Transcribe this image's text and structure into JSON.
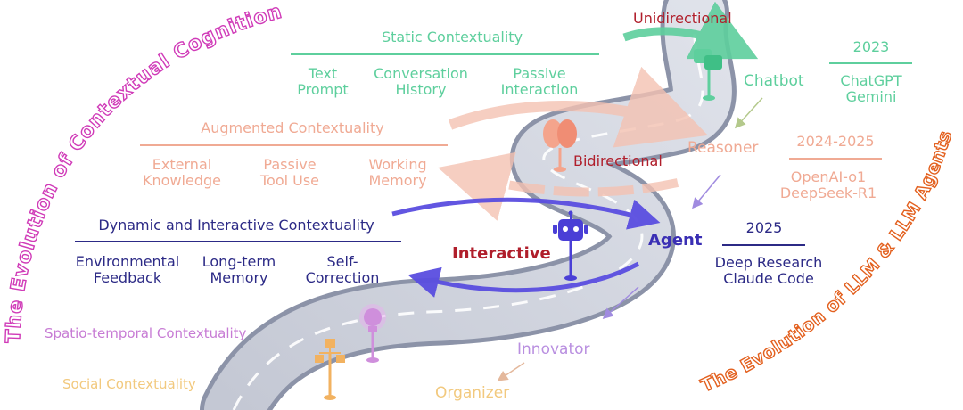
{
  "colors": {
    "static": "#5ecf9d",
    "augmented": "#f0aa94",
    "dynamic": "#2c2a86",
    "spatio": "#c77bd4",
    "social": "#f2c97e",
    "bidirectional": "#b01e2b",
    "interactive_arrow": "#5a4ee0",
    "title_left": "#d03bb8",
    "title_right": "#e3601e"
  },
  "titles": {
    "left": "The Evolution of Contextual Cognition",
    "right": "The Evolution of LLM & LLM Agents"
  },
  "static": {
    "title": "Static Contextuality",
    "items": [
      "Text",
      "Prompt",
      "Conversation",
      "History",
      "Passive",
      "Interaction"
    ]
  },
  "augmented": {
    "title": "Augmented Contextuality",
    "items": [
      "External",
      "Knowledge",
      "Passive",
      "Tool Use",
      "Working",
      "Memory"
    ]
  },
  "dynamic": {
    "title": "Dynamic and Interactive Contextuality",
    "items": [
      "Environmental",
      "Feedback",
      "Long-term",
      "Memory",
      "Self-",
      "Correction"
    ]
  },
  "spatio": {
    "title": "Spatio-temporal Contextuality"
  },
  "social": {
    "title": "Social Contextuality"
  },
  "modes": {
    "unidirectional": "Unidirectional",
    "bidirectional": "Bidirectional",
    "interactive": "Interactive"
  },
  "stages": {
    "chatbot": "Chatbot",
    "reasoner": "Reasoner",
    "agent": "Agent",
    "innovator": "Innovator",
    "organizer": "Organizer"
  },
  "milestones": {
    "m2023": {
      "year": "2023",
      "items": [
        "ChatGPT",
        "Gemini"
      ]
    },
    "m2024": {
      "year": "2024-2025",
      "items": [
        "OpenAI-o1",
        "DeepSeek-R1"
      ]
    },
    "m2025": {
      "year": "2025",
      "items": [
        "Deep Research",
        "Claude Code"
      ]
    }
  },
  "icons": [
    "chatbot-icon",
    "brain-icon",
    "robot-icon",
    "lightbulb-icon",
    "org-chart-icon"
  ]
}
